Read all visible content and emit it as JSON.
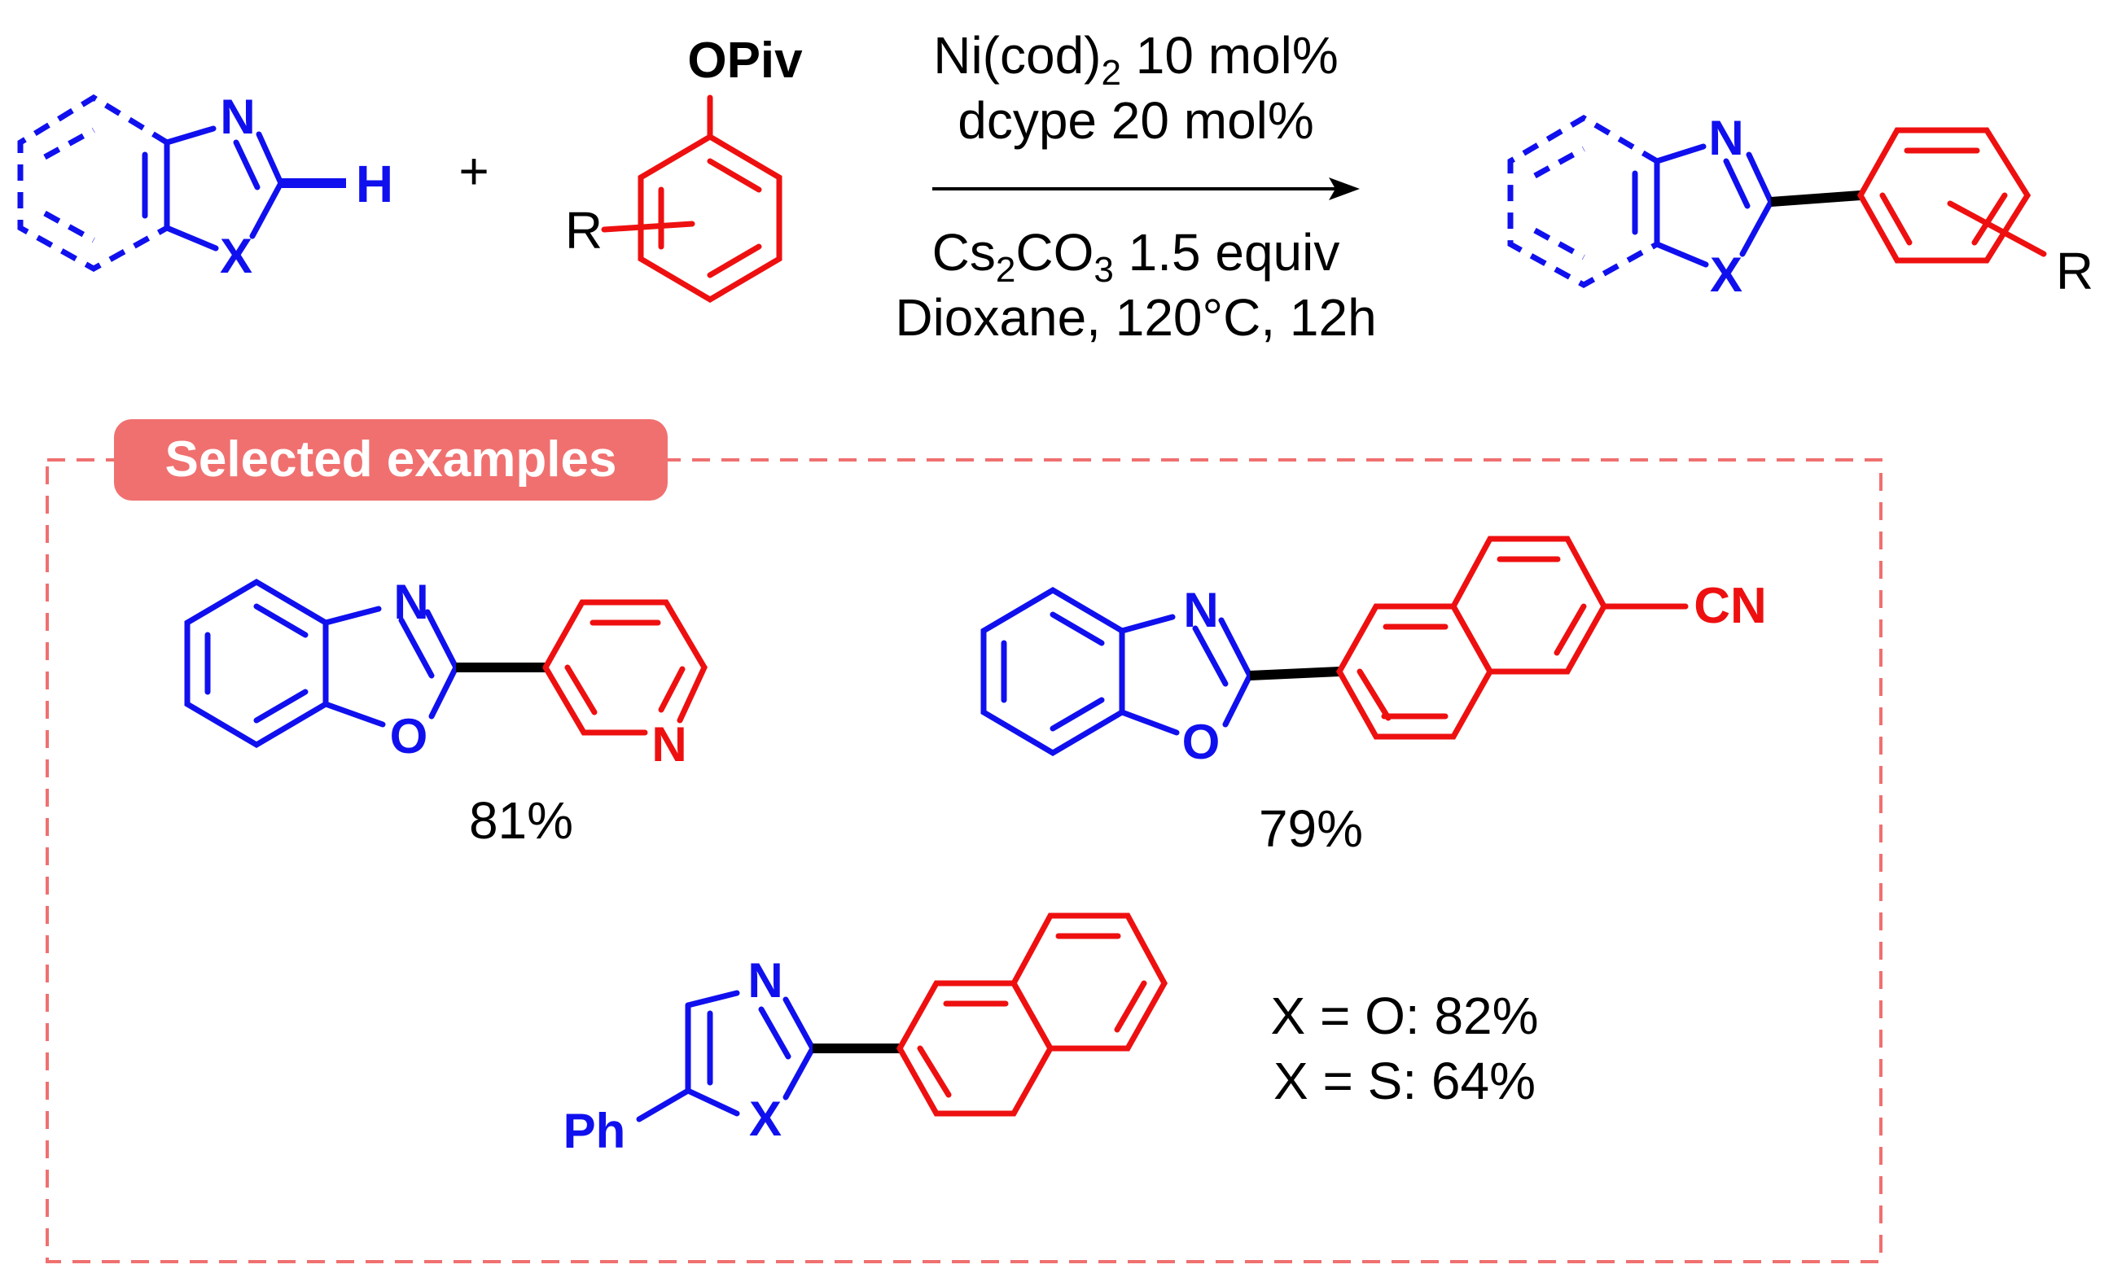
{
  "reaction": {
    "reactant1": {
      "atom_N": "N",
      "atom_X": "X",
      "atom_H": "H"
    },
    "plus": "+",
    "reactant2": {
      "leaving_group": "OPiv",
      "substituent": "R"
    },
    "conditions": {
      "line1_main": "Ni(cod)",
      "line1_sub": "2",
      "line1_rest": " 10 mol%",
      "line2": "dcype 20 mol%",
      "line3_a": "Cs",
      "line3_sub1": "2",
      "line3_b": "CO",
      "line3_sub2": "3",
      "line3_rest": " 1.5 equiv",
      "line4": "Dioxane, 120°C, 12h"
    },
    "product": {
      "atom_N": "N",
      "atom_X": "X",
      "substituent": "R"
    }
  },
  "examples": {
    "title": "Selected examples",
    "example1": {
      "atom_N": "N",
      "atom_O": "O",
      "atom_N_pyridine": "N",
      "yield": "81%"
    },
    "example2": {
      "atom_N": "N",
      "atom_O": "O",
      "group": "CN",
      "yield": "79%"
    },
    "example3": {
      "atom_N": "N",
      "atom_X": "X",
      "group": "Ph",
      "yield_O": "X = O: 82%",
      "yield_S": "X = S: 64%"
    }
  },
  "colors": {
    "heteroarene": "#1010ee",
    "aryl": "#ee1010",
    "new_bond": "#000000",
    "box_border": "#f07070",
    "badge": "#f07070"
  }
}
